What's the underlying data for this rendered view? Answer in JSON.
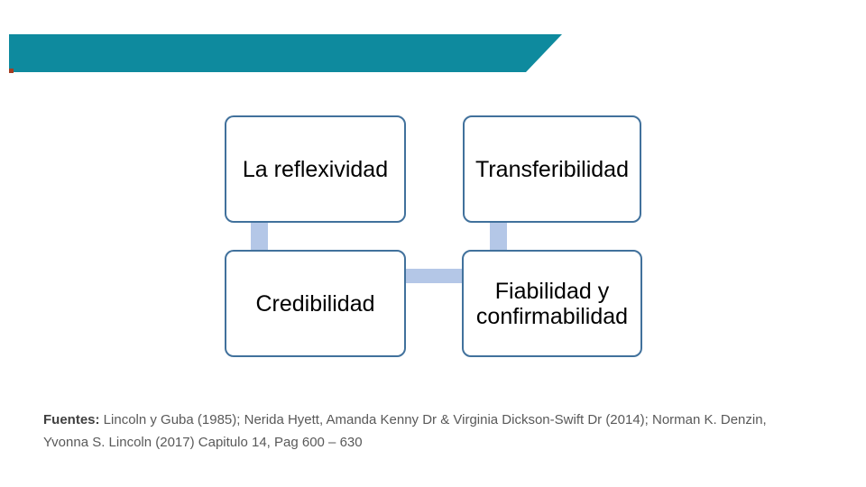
{
  "slide": {
    "colors": {
      "banner_teal": "#0e8a9e",
      "accent_red": "#a43d22",
      "box_border": "#41719c",
      "box_fill": "#ffffff",
      "box_text": "#000000",
      "connector": "#b4c7e7",
      "footer_text": "#595959",
      "footer_prefix": "#3f3f3f"
    },
    "diagram": {
      "boxes": [
        {
          "id": "reflexividad",
          "label": "La reflexividad"
        },
        {
          "id": "transferibilidad",
          "label": "Transferibilidad"
        },
        {
          "id": "credibilidad",
          "label": "Credibilidad"
        },
        {
          "id": "fiabilidad",
          "label": "Fiabilidad y confirmabilidad"
        }
      ]
    },
    "footer": {
      "prefix": "Fuentes:",
      "line1_rest": " Lincoln y Guba (1985); Nerida Hyett, Amanda Kenny Dr & Virginia Dickson-Swift Dr (2014); Norman K. Denzin,",
      "line2": "Yvonna S. Lincoln (2017) Capitulo 14, Pag 600 – 630"
    }
  }
}
